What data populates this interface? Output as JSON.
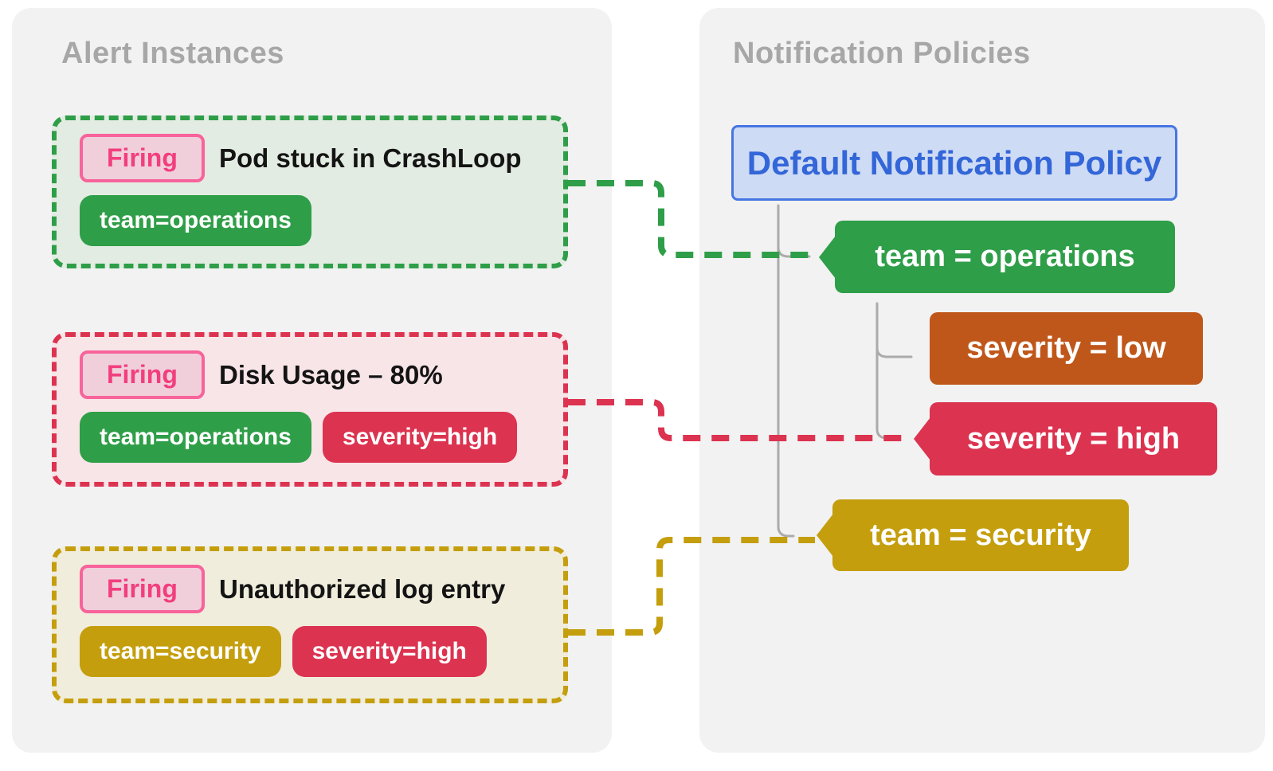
{
  "left_panel": {
    "title": "Alert Instances",
    "cards": [
      {
        "status": "Firing",
        "title": "Pod stuck in CrashLoop",
        "labels": [
          {
            "text": "team=operations",
            "color": "green"
          }
        ]
      },
      {
        "status": "Firing",
        "title": "Disk Usage – 80%",
        "labels": [
          {
            "text": "team=operations",
            "color": "green"
          },
          {
            "text": "severity=high",
            "color": "red"
          }
        ]
      },
      {
        "status": "Firing",
        "title": "Unauthorized log entry",
        "labels": [
          {
            "text": "team=security",
            "color": "gold"
          },
          {
            "text": "severity=high",
            "color": "red"
          }
        ]
      }
    ]
  },
  "right_panel": {
    "title": "Notification Policies",
    "root_policy": "Default Notification Policy",
    "matchers": [
      {
        "text": "team = operations",
        "color": "green",
        "notched": true
      },
      {
        "text": "severity = low",
        "color": "orange",
        "notched": false
      },
      {
        "text": "severity = high",
        "color": "red",
        "notched": true
      },
      {
        "text": "team = security",
        "color": "gold",
        "notched": true
      }
    ]
  },
  "colors": {
    "panel_bg": "#f2f2f3",
    "green": "#2F9E48",
    "red": "#DC3350",
    "gold": "#C49E0D",
    "orange": "#C0571A",
    "blue_border": "#4676E3",
    "blue_bg": "#CEDBF4",
    "blue_text": "#3366D8",
    "firing_pink": "#F23E7E",
    "tree_line_gray": "#ABABAB",
    "title_gray": "#a7a7a7"
  }
}
